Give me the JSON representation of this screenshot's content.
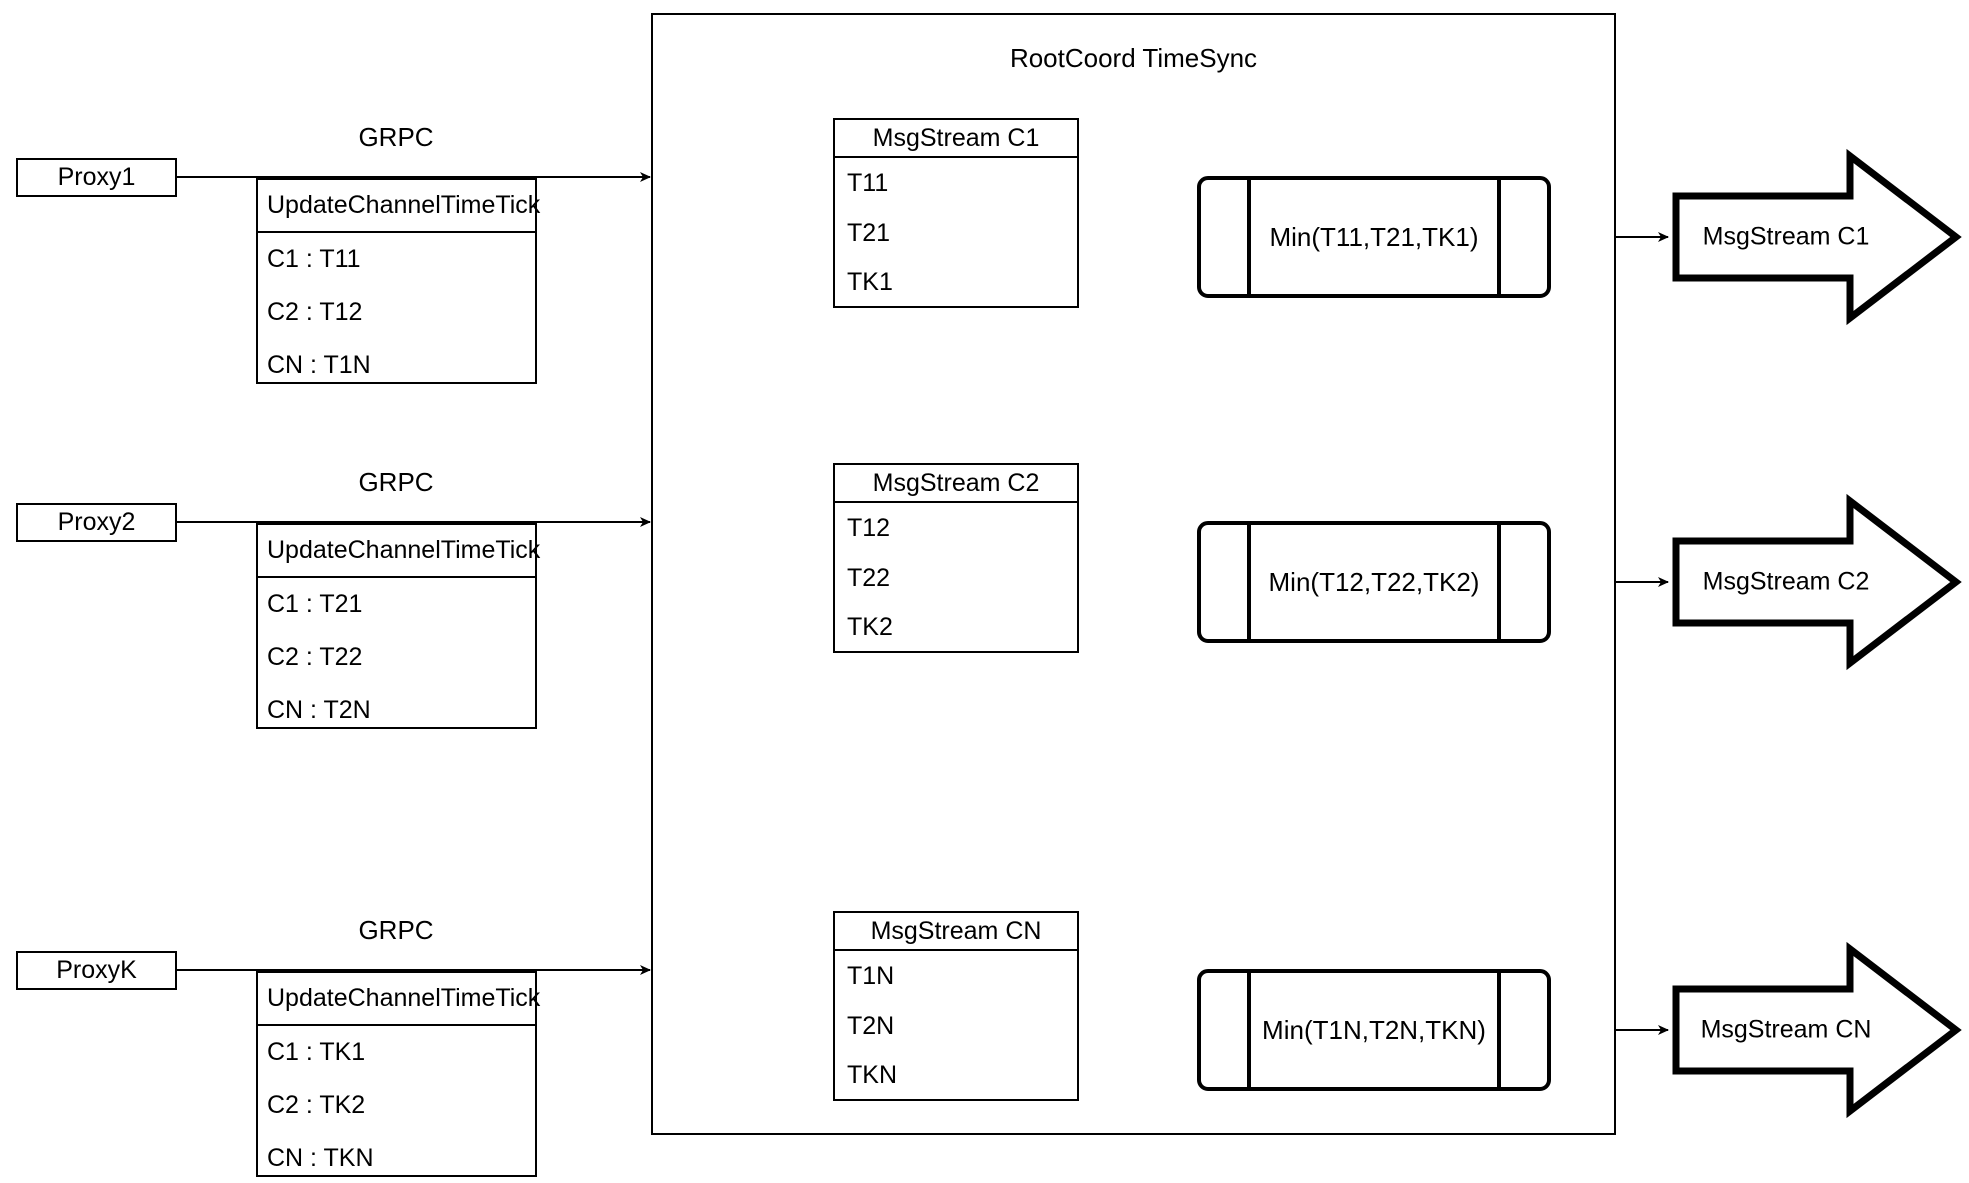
{
  "diagram": {
    "title": "RootCoord TimeSync",
    "container_label": "RootCoord TimeSync",
    "grpc_label": "GRPC",
    "colors": {
      "stroke": "#000000",
      "fill": "#ffffff",
      "background": "#ffffff"
    }
  },
  "proxies": [
    {
      "name": "Proxy1",
      "grpc": "GRPC",
      "rpc": {
        "header": "UpdateChannelTimeTick",
        "rows": [
          "C1 :  T11",
          "C2 :  T12",
          "CN : T1N"
        ]
      }
    },
    {
      "name": "Proxy2",
      "grpc": "GRPC",
      "rpc": {
        "header": "UpdateChannelTimeTick",
        "rows": [
          "C1 :  T21",
          "C2 :  T22",
          "CN : T2N"
        ]
      }
    },
    {
      "name": "ProxyK",
      "grpc": "GRPC",
      "rpc": {
        "header": "UpdateChannelTimeTick",
        "rows": [
          "C1 :  TK1",
          "C2 :  TK2",
          "CN : TKN"
        ]
      }
    }
  ],
  "channels": [
    {
      "msgstream": {
        "header": "MsgStream C1",
        "rows": [
          "T11",
          "T21",
          "TK1"
        ]
      },
      "min": "Min(T11,T21,TK1)",
      "output": "MsgStream C1"
    },
    {
      "msgstream": {
        "header": "MsgStream C2",
        "rows": [
          "T12",
          "T22",
          "TK2"
        ]
      },
      "min": "Min(T12,T22,TK2)",
      "output": "MsgStream C2"
    },
    {
      "msgstream": {
        "header": "MsgStream CN",
        "rows": [
          "T1N",
          "T2N",
          "TKN"
        ]
      },
      "min": "Min(T1N,T2N,TKN)",
      "output": "MsgStream CN"
    }
  ]
}
